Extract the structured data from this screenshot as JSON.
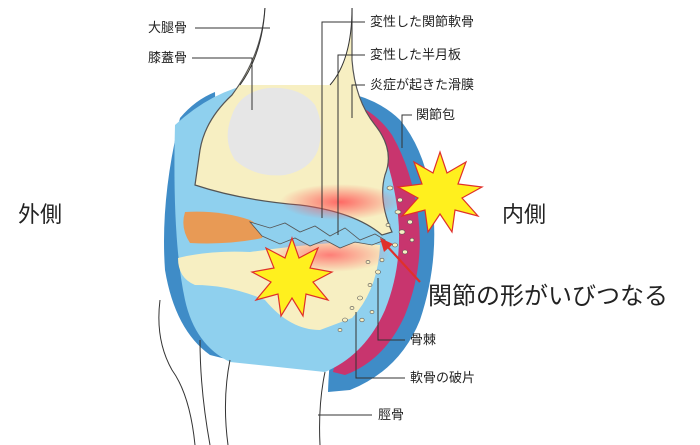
{
  "labels": {
    "femur": "大腿骨",
    "patella": "膝蓋骨",
    "degenerated_cartilage": "変性した関節軟骨",
    "degenerated_meniscus": "変性した半月板",
    "inflamed_synovium": "炎症が起きた滑膜",
    "joint_capsule": "関節包",
    "lateral": "外側",
    "medial": "内側",
    "deformation": "関節の形がいびつなる",
    "osteophyte": "骨棘",
    "cartilage_fragments": "軟骨の破片",
    "tibia": "脛骨"
  },
  "colors": {
    "capsule_outer": "#3f8cc7",
    "synovial_fluid": "#8fd0ee",
    "inflamed": "#c8356e",
    "bone": "#f7efc2",
    "patella": "#e6e6e6",
    "meniscus": "#e89a55",
    "burst": "#fff01e",
    "burst_outline": "#e0302a"
  }
}
